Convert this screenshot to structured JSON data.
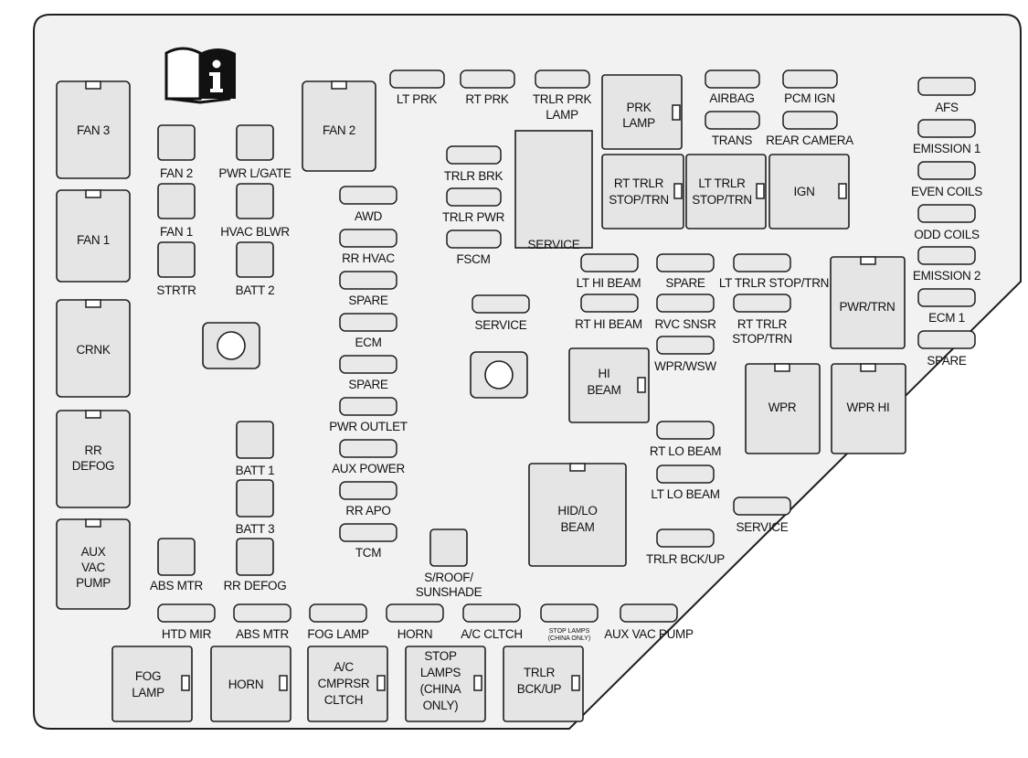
{
  "large_fuses": {
    "fan3": "FAN 3",
    "fan1": "FAN 1",
    "crnk": "CRNK",
    "rr_defog": [
      "RR",
      "DEFOG"
    ],
    "aux_vac_pump": [
      "AUX",
      "VAC",
      "PUMP"
    ],
    "fan2": "FAN 2",
    "prk_lamp": [
      "PRK",
      "LAMP"
    ],
    "rt_trlr_stop_trn": [
      "RT TRLR",
      "STOP/TRN"
    ],
    "lt_trlr_stop_trn": [
      "LT TRLR",
      "STOP/TRN"
    ],
    "ign": "IGN",
    "pwr_trn": "PWR/TRN",
    "hi_beam": [
      "HI",
      "BEAM"
    ],
    "wpr": "WPR",
    "wpr_hi": "WPR HI",
    "hid_lo_beam": [
      "HID/LO",
      "BEAM"
    ],
    "fog_lamp": [
      "FOG",
      "LAMP"
    ],
    "horn": "HORN",
    "ac_cmprsr_cltch": [
      "A/C",
      "CMPRSR",
      "CLTCH"
    ],
    "stop_lamps_china": [
      "STOP",
      "LAMPS",
      "(CHINA",
      "ONLY)"
    ],
    "trlr_bck_up": [
      "TRLR",
      "BCK/UP"
    ],
    "service_block": "SERVICE"
  },
  "square_fuses": {
    "fan2": "FAN 2",
    "pwr_lgate": "PWR L/GATE",
    "fan1": "FAN 1",
    "hvac_blwr": "HVAC BLWR",
    "strtr": "STRTR",
    "batt2": "BATT 2",
    "batt1": "BATT 1",
    "batt3": "BATT 3",
    "abs_mtr": "ABS MTR",
    "rr_defog": "RR DEFOG",
    "sroof": [
      "S/ROOF/",
      "SUNSHADE"
    ]
  },
  "mini_fuses": {
    "lt_prk": "LT PRK",
    "rt_prk": "RT PRK",
    "trlr_prk_lamp": [
      "TRLR PRK",
      "LAMP"
    ],
    "airbag": "AIRBAG",
    "pcm_ign": "PCM IGN",
    "trans": "TRANS",
    "rear_camera": "REAR CAMERA",
    "afs": "AFS",
    "emission1": "EMISSION 1",
    "even_coils": "EVEN COILS",
    "odd_coils": "ODD COILS",
    "emission2": "EMISSION 2",
    "ecm1": "ECM 1",
    "spare_right": "SPARE",
    "trlr_brk": "TRLR BRK",
    "trlr_pwr": "TRLR PWR",
    "fscm": "FSCM",
    "awd": "AWD",
    "rr_hvac": "RR HVAC",
    "spare1": "SPARE",
    "ecm": "ECM",
    "spare2": "SPARE",
    "pwr_outlet": "PWR OUTLET",
    "aux_power": "AUX POWER",
    "rr_apo": "RR APO",
    "tcm": "TCM",
    "service_mid": "SERVICE",
    "lt_hi_beam": "LT HI BEAM",
    "spare_mid": "SPARE",
    "lt_trlr_stop_trn": "LT TRLR STOP/TRN",
    "rt_hi_beam": "RT HI BEAM",
    "rvc_snsr": "RVC SNSR",
    "rt_trlr_stop_trn": [
      "RT TRLR",
      "STOP/TRN"
    ],
    "wpr_wsw": "WPR/WSW",
    "rt_lo_beam": "RT LO BEAM",
    "lt_lo_beam": "LT LO BEAM",
    "service_right": "SERVICE",
    "trlr_bck_up": "TRLR BCK/UP",
    "htd_mir": "HTD MIR",
    "abs_mtr": "ABS MTR",
    "fog_lamp": "FOG LAMP",
    "horn": "HORN",
    "ac_cltch": "A/C CLTCH",
    "stop_lamps_china": [
      "STOP LAMPS",
      "(CHINA ONLY)"
    ],
    "aux_vac_pump": "AUX VAC PUMP"
  },
  "icons": {
    "manual": "owner-manual-info-icon",
    "bolt": "mounting-bolt-icon"
  }
}
